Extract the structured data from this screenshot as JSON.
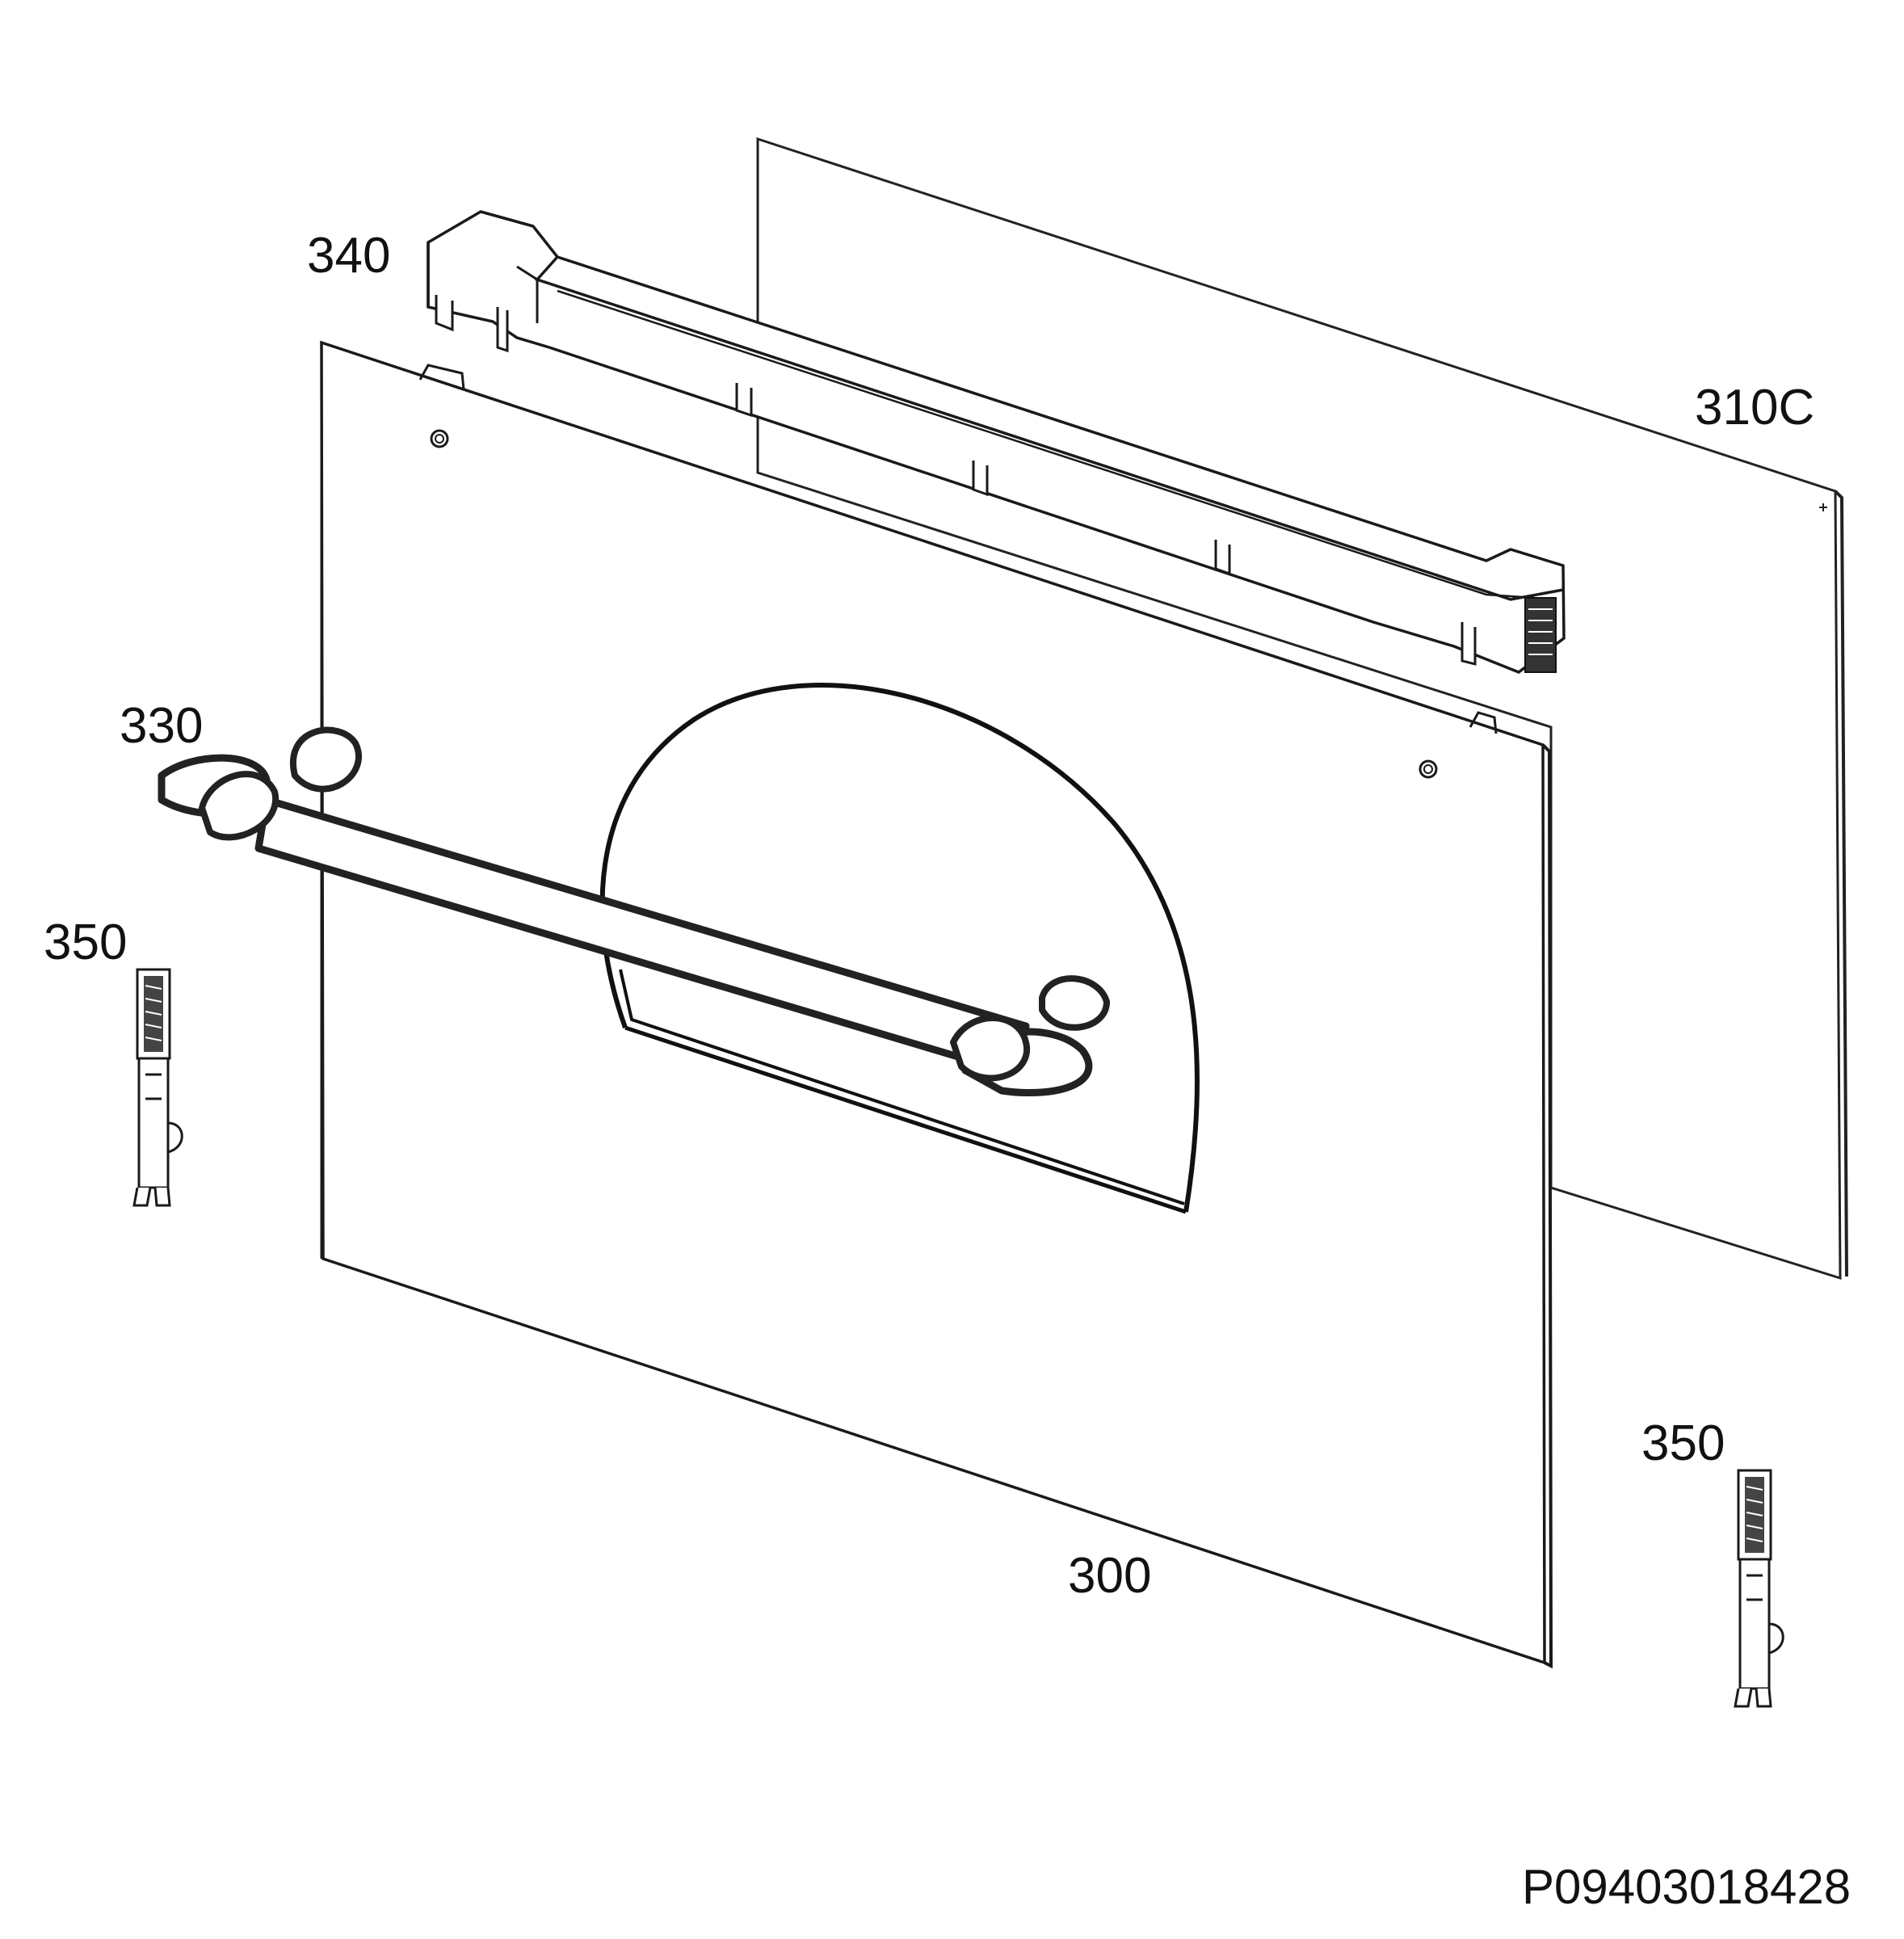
{
  "diagram": {
    "labels": {
      "frame_top": "340",
      "glass_inner": "310C",
      "handle": "330",
      "hinge_left": "350",
      "hinge_right": "350",
      "door_outer": "300"
    },
    "reference_code": "P09403018428"
  }
}
